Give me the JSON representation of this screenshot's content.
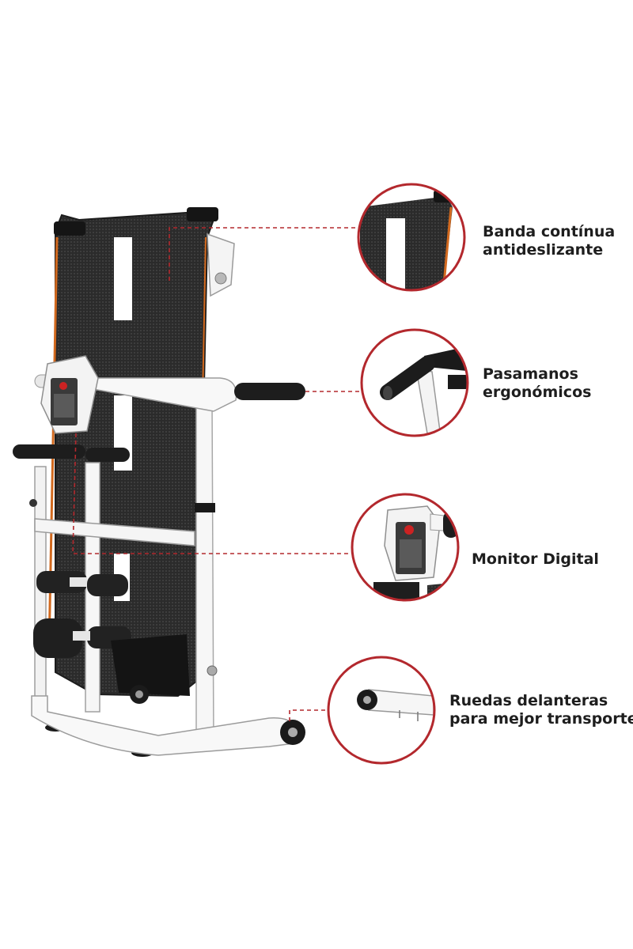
{
  "accent_color": "#b3282d",
  "product": "treadmill",
  "callouts": [
    {
      "lines": [
        "Banda contínua",
        "antideslizante"
      ],
      "feature": "belt-detail"
    },
    {
      "lines": [
        "Pasamanos",
        "ergonómicos"
      ],
      "feature": "handrail-detail"
    },
    {
      "lines": [
        "Monitor Digital"
      ],
      "feature": "monitor-detail"
    },
    {
      "lines": [
        "Ruedas delanteras",
        "para mejor transporte"
      ],
      "feature": "wheel-detail"
    }
  ]
}
